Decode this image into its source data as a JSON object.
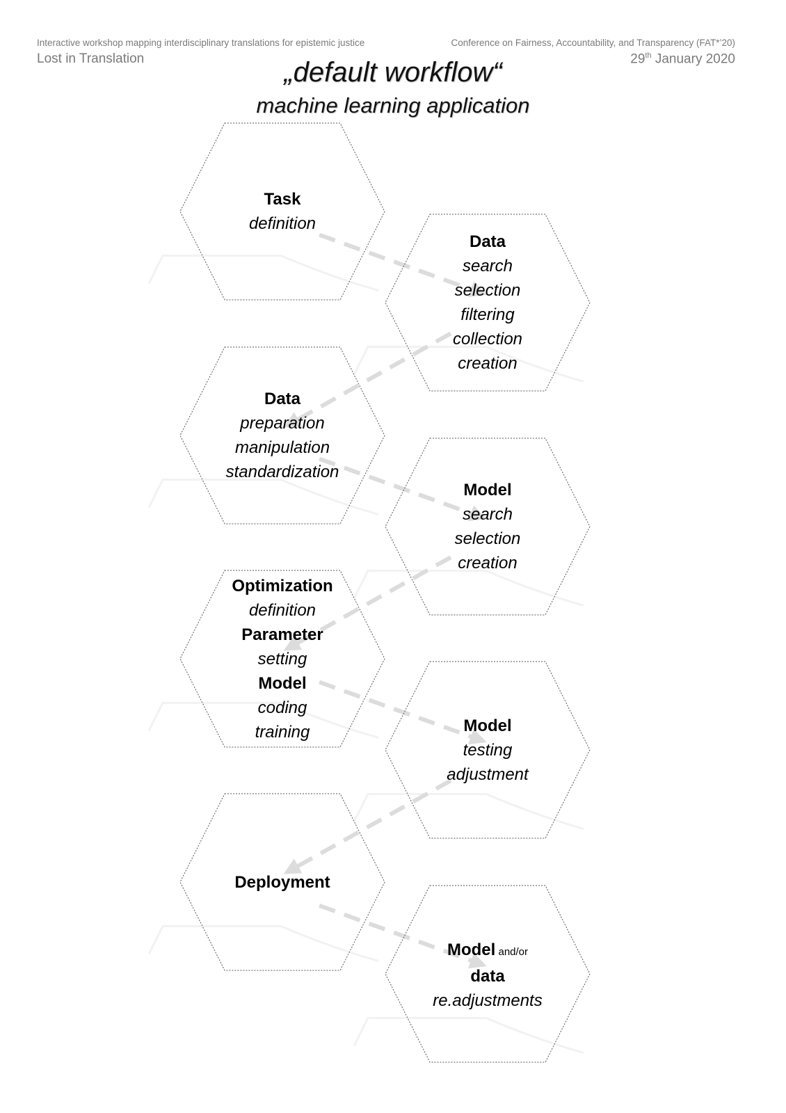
{
  "header": {
    "left_subtitle": "Interactive workshop mapping interdisciplinary translations for epistemic justice",
    "left_title": "Lost in Translation",
    "right_subtitle": "Conference on Fairness, Accountability, and Transparency (FAT*’20)",
    "right_date_day": "29",
    "right_date_suffix": "th",
    "right_date_rest": " January 2020"
  },
  "title": {
    "main": "„default workflow“",
    "subtitle": "machine learning application"
  },
  "colors": {
    "header_text": "#7a7a7a",
    "hex_outline": "#555555",
    "arrow": "#dcdcdc",
    "faint_shapes": "#f2f2f2"
  },
  "steps": [
    {
      "id": 1,
      "side": "left",
      "lines": [
        {
          "t": "Task",
          "s": "bold"
        },
        {
          "t": "definition",
          "s": "italic"
        }
      ]
    },
    {
      "id": 2,
      "side": "right",
      "lines": [
        {
          "t": "Data",
          "s": "bold"
        },
        {
          "t": "search",
          "s": "italic"
        },
        {
          "t": "selection",
          "s": "italic"
        },
        {
          "t": "filtering",
          "s": "italic"
        },
        {
          "t": "collection",
          "s": "italic"
        },
        {
          "t": "creation",
          "s": "italic"
        }
      ]
    },
    {
      "id": 3,
      "side": "left",
      "lines": [
        {
          "t": "Data",
          "s": "bold"
        },
        {
          "t": "preparation",
          "s": "italic"
        },
        {
          "t": "manipulation",
          "s": "italic"
        },
        {
          "t": "standardization",
          "s": "italic"
        }
      ]
    },
    {
      "id": 4,
      "side": "right",
      "lines": [
        {
          "t": "Model",
          "s": "bold"
        },
        {
          "t": "search",
          "s": "italic"
        },
        {
          "t": "selection",
          "s": "italic"
        },
        {
          "t": "creation",
          "s": "italic"
        }
      ]
    },
    {
      "id": 5,
      "side": "left",
      "lines": [
        {
          "t": "Optimization",
          "s": "bold"
        },
        {
          "t": "definition",
          "s": "italic"
        },
        {
          "t": "Parameter",
          "s": "bold"
        },
        {
          "t": "setting",
          "s": "italic"
        },
        {
          "t": "Model",
          "s": "bold"
        },
        {
          "t": "coding",
          "s": "italic"
        },
        {
          "t": "training",
          "s": "italic"
        }
      ]
    },
    {
      "id": 6,
      "side": "right",
      "lines": [
        {
          "t": "Model",
          "s": "bold"
        },
        {
          "t": "testing",
          "s": "italic"
        },
        {
          "t": "adjustment",
          "s": "italic"
        }
      ]
    },
    {
      "id": 7,
      "side": "left",
      "lines": [
        {
          "t": "Deployment",
          "s": "bold"
        }
      ]
    },
    {
      "id": 8,
      "side": "right",
      "lines": [
        {
          "t": "Model",
          "s": "bold",
          "suffix": " and/or"
        },
        {
          "t": "data",
          "s": "bold"
        },
        {
          "t": "re.adjustments",
          "s": "italic"
        }
      ]
    }
  ]
}
